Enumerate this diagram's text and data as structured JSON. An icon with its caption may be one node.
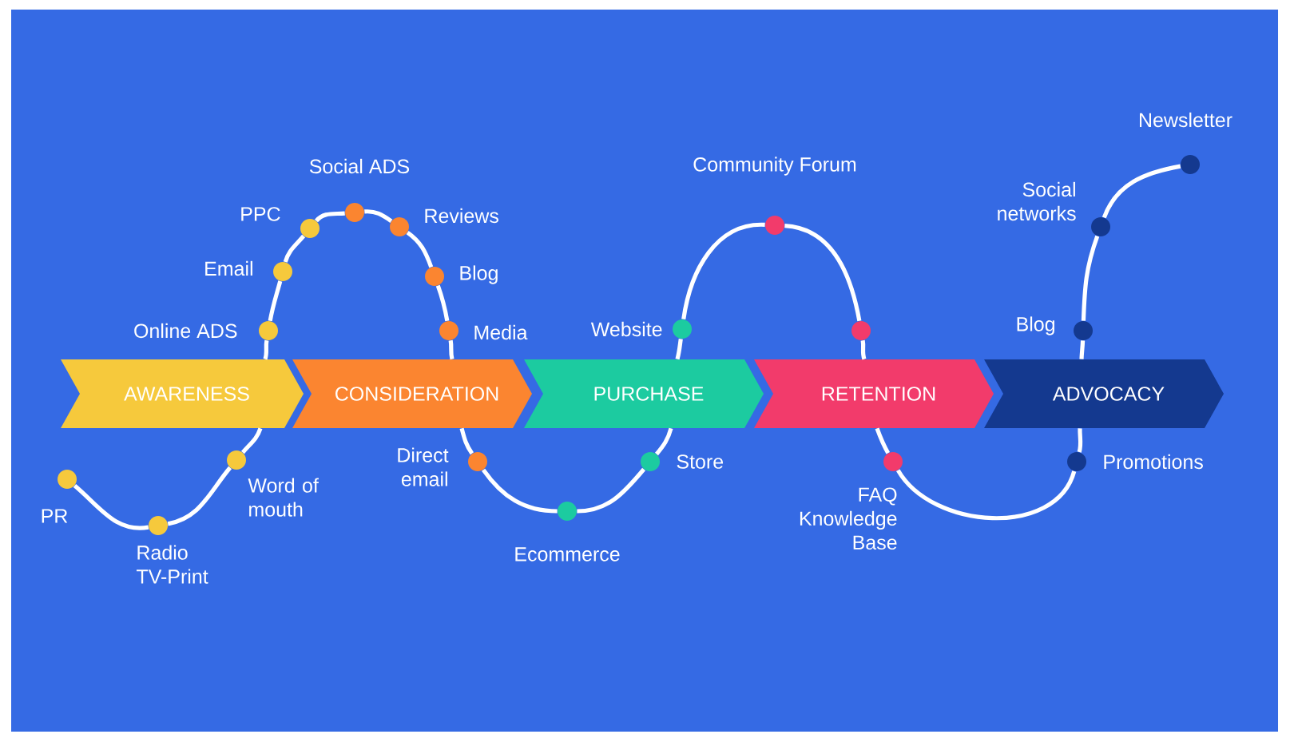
{
  "diagram": {
    "nodes": [
      {
        "text": [
          "AWARENESS"
        ]
      },
      {
        "text": [
          "CONSIDERATION"
        ]
      },
      {
        "text": [
          "PURCHASE"
        ]
      },
      {
        "text": [
          "RETENTION"
        ]
      },
      {
        "text": [
          "ADVOCACY"
        ]
      },
      {
        "text": [],
        "shape": "circle",
        "beside": [
          "PR"
        ]
      },
      {
        "text": [],
        "shape": "circle",
        "beside": [
          "Radio TV-Print"
        ]
      },
      {
        "text": [],
        "shape": "circle",
        "beside": [
          "Word of mouth"
        ]
      },
      {
        "text": [],
        "shape": "circle",
        "beside": [
          "Online ADS"
        ]
      },
      {
        "text": [],
        "shape": "circle",
        "beside": [
          "Email"
        ]
      },
      {
        "text": [],
        "shape": "circle",
        "beside": [
          "PPC"
        ]
      },
      {
        "text": [],
        "shape": "circle",
        "beside": [
          "Social ADS"
        ]
      },
      {
        "text": [],
        "shape": "circle",
        "beside": [
          "Reviews"
        ]
      },
      {
        "text": [],
        "shape": "circle",
        "beside": [
          "Blog"
        ]
      },
      {
        "text": [],
        "shape": "circle",
        "beside": [
          "Media"
        ]
      },
      {
        "text": [],
        "shape": "circle",
        "beside": [
          "Direct email"
        ]
      },
      {
        "text": [],
        "shape": "circle",
        "beside": [
          "Ecommerce"
        ]
      },
      {
        "text": [],
        "shape": "circle",
        "beside": [
          "Store"
        ]
      },
      {
        "text": [],
        "shape": "circle",
        "beside": [
          "Website"
        ]
      },
      {
        "text": [],
        "shape": "circle",
        "beside": [
          "Community Forum"
        ]
      },
      {
        "text": [],
        "shape": "circle"
      },
      {
        "text": [],
        "shape": "circle",
        "beside": [
          "FAQ Knowledge Base"
        ]
      },
      {
        "text": [],
        "shape": "circle",
        "beside": [
          "Promotions"
        ]
      },
      {
        "text": [],
        "shape": "circle",
        "beside": [
          "Blog"
        ]
      },
      {
        "text": [],
        "shape": "circle",
        "beside": [
          "Social networks"
        ]
      },
      {
        "text": [],
        "shape": "circle",
        "beside": [
          "Newsletter"
        ]
      }
    ],
    "edges": [
      {
        "from": 5,
        "to": 6,
        "arrow": "none"
      },
      {
        "from": 6,
        "to": 7,
        "arrow": "none"
      },
      {
        "from": 7,
        "to": 0,
        "arrow": "none"
      },
      {
        "from": 0,
        "to": 8,
        "arrow": "none"
      },
      {
        "from": 8,
        "to": 9,
        "arrow": "none"
      },
      {
        "from": 9,
        "to": 10,
        "arrow": "none"
      },
      {
        "from": 10,
        "to": 11,
        "arrow": "none"
      },
      {
        "from": 11,
        "to": 12,
        "arrow": "none"
      },
      {
        "from": 12,
        "to": 13,
        "arrow": "none"
      },
      {
        "from": 13,
        "to": 14,
        "arrow": "none"
      },
      {
        "from": 14,
        "to": 1,
        "arrow": "none"
      },
      {
        "from": 1,
        "to": 15,
        "arrow": "none"
      },
      {
        "from": 15,
        "to": 16,
        "arrow": "none"
      },
      {
        "from": 16,
        "to": 17,
        "arrow": "none"
      },
      {
        "from": 17,
        "to": 2,
        "arrow": "none"
      },
      {
        "from": 2,
        "to": 18,
        "arrow": "none"
      },
      {
        "from": 18,
        "to": 19,
        "arrow": "none"
      },
      {
        "from": 19,
        "to": 20,
        "arrow": "none"
      },
      {
        "from": 20,
        "to": 3,
        "arrow": "none"
      },
      {
        "from": 3,
        "to": 21,
        "arrow": "none"
      },
      {
        "from": 21,
        "to": 22,
        "arrow": "none"
      },
      {
        "from": 22,
        "to": 4,
        "arrow": "none"
      },
      {
        "from": 4,
        "to": 23,
        "arrow": "none"
      },
      {
        "from": 23,
        "to": 24,
        "arrow": "none"
      },
      {
        "from": 24,
        "to": 25,
        "arrow": "none"
      }
    ]
  }
}
